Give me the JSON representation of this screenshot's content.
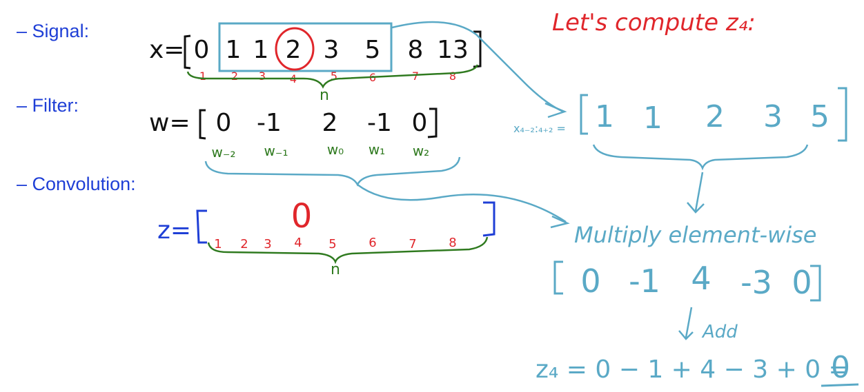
{
  "bullets": {
    "signal": "– Signal:",
    "filter": "– Filter:",
    "convolution": "– Convolution:"
  },
  "signal": {
    "var": "x=",
    "values": [
      "0",
      "1",
      "1",
      "2",
      "3",
      "5",
      "8",
      "13"
    ],
    "indices": [
      "1",
      "2",
      "3",
      "4",
      "5",
      "6",
      "7",
      "8"
    ],
    "brace_label": "n"
  },
  "filter": {
    "var": "w=",
    "values": [
      "0",
      "-1",
      "2",
      "-1",
      "0"
    ],
    "sub_labels": [
      "w₋₂",
      "w₋₁",
      "w₀",
      "w₁",
      "w₂"
    ]
  },
  "convolution": {
    "var": "z=",
    "result_value": "0",
    "indices": [
      "1",
      "2",
      "3",
      "4",
      "5",
      "6",
      "7",
      "8"
    ],
    "brace_label": "n"
  },
  "right": {
    "title": "Let's compute z₄:",
    "window_label": "x₄₋₂:₄₊₂ =",
    "window_values": [
      "1",
      "1",
      "2",
      "3",
      "5"
    ],
    "multiply_label": "Multiply element-wise",
    "products": [
      "0",
      "-1",
      "4",
      "-3",
      "0"
    ],
    "add_label": "Add",
    "equation": "z₄ = 0 − 1 + 4 − 3 + 0 =",
    "answer": "0"
  },
  "colors": {
    "bullet_blue": "#1f3fd6",
    "ink": "#111111",
    "index_red": "#e0262b",
    "label_green": "#2f7a1f",
    "teal": "#5aa9c6",
    "title_red": "#e0262b"
  }
}
